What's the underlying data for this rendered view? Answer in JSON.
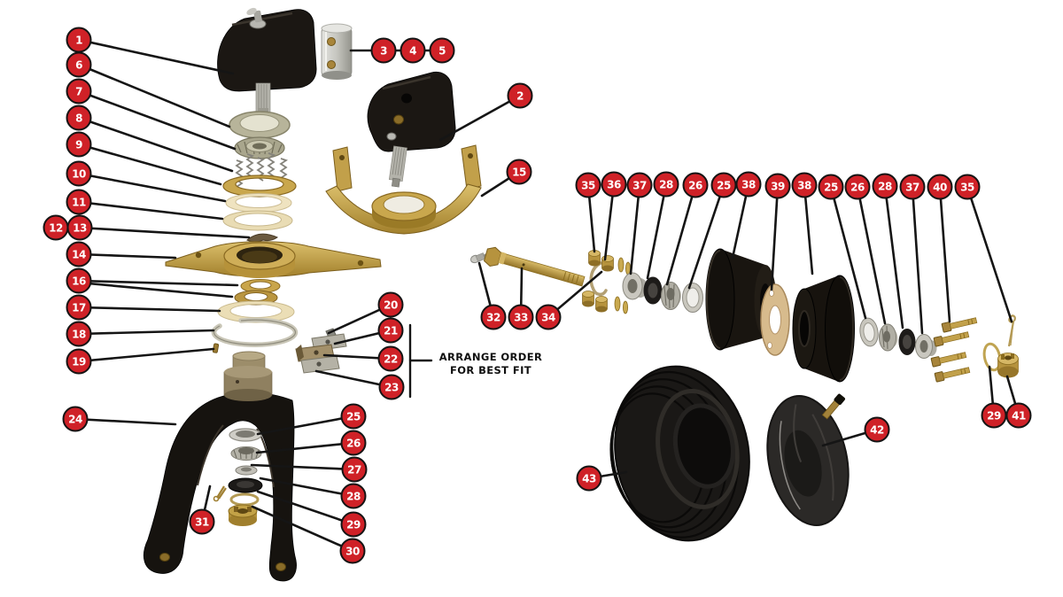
{
  "note": {
    "line1": "ARRANGE ORDER",
    "line2": "FOR BEST FIT"
  },
  "colors": {
    "callout_red": "#cf2127",
    "callout_border": "#141414",
    "callout_text": "#ffffff",
    "leader_line": "#151515",
    "brass": "#b6933e",
    "gold_plate": "#c9a74d",
    "cream_washer": "#efe3c0",
    "silver": "#c9c7be",
    "black_part": "#16130f",
    "tan_gasket": "#d7bb8d",
    "background": "#ffffff"
  },
  "callouts": {
    "c1": "1",
    "c2": "2",
    "c3": "3",
    "c4": "4",
    "c5": "5",
    "c6": "6",
    "c7": "7",
    "c8": "8",
    "c9": "9",
    "c10": "10",
    "c11": "11",
    "c12": "12",
    "c13": "13",
    "c14": "14",
    "c15": "15",
    "c16": "16",
    "c17": "17",
    "c18": "18",
    "c19": "19",
    "c20": "20",
    "c21": "21",
    "c22": "22",
    "c23": "23",
    "c24": "24",
    "c25a": "25",
    "c25b": "25",
    "c25c": "25",
    "c26a": "26",
    "c26b": "26",
    "c26c": "26",
    "c27": "27",
    "c28a": "28",
    "c28b": "28",
    "c28c": "28",
    "c29a": "29",
    "c29b": "29",
    "c30": "30",
    "c31": "31",
    "c32": "32",
    "c33": "33",
    "c34": "34",
    "c35a": "35",
    "c35b": "35",
    "c36": "36",
    "c37a": "37",
    "c37b": "37",
    "c38a": "38",
    "c38b": "38",
    "c39": "39",
    "c40": "40",
    "c41": "41",
    "c42": "42",
    "c43": "43"
  }
}
